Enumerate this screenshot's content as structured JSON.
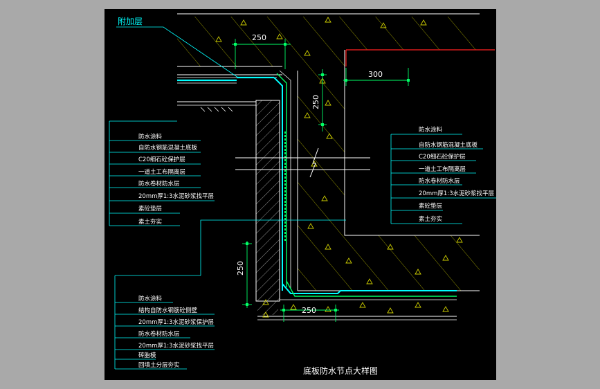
{
  "drawing": {
    "title": "底板防水节点大样图",
    "callout_label": "附加层",
    "dimensions": {
      "top_width": "250",
      "right_width": "300",
      "upper_height": "250",
      "lower_height": "250",
      "bottom_width": "250"
    },
    "left_upper_labels": [
      "防水涂料",
      "自防水钢筋混凝土底板",
      "C20细石砼保护层",
      "一道土工布隔离层",
      "防水卷材防水层",
      "20mm厚1:3水泥砂浆找平层",
      "素砼垫层",
      "素土夯实"
    ],
    "right_labels": [
      "防水涂料",
      "自防水钢筋混凝土底板",
      "C20细石砼保护层",
      "一道土工布隔离层",
      "防水卷材防水层",
      "20mm厚1:3水泥砂浆找平层",
      "素砼垫层",
      "素土夯实"
    ],
    "left_lower_labels": [
      "防水涂料",
      "结构自防水钢筋砼侧壁",
      "20mm厚1:3水泥砂浆保护层",
      "防水卷材防水层",
      "20mm厚1:3水泥砂浆找平层",
      "砖胎模",
      "回填土分层夯实"
    ]
  }
}
